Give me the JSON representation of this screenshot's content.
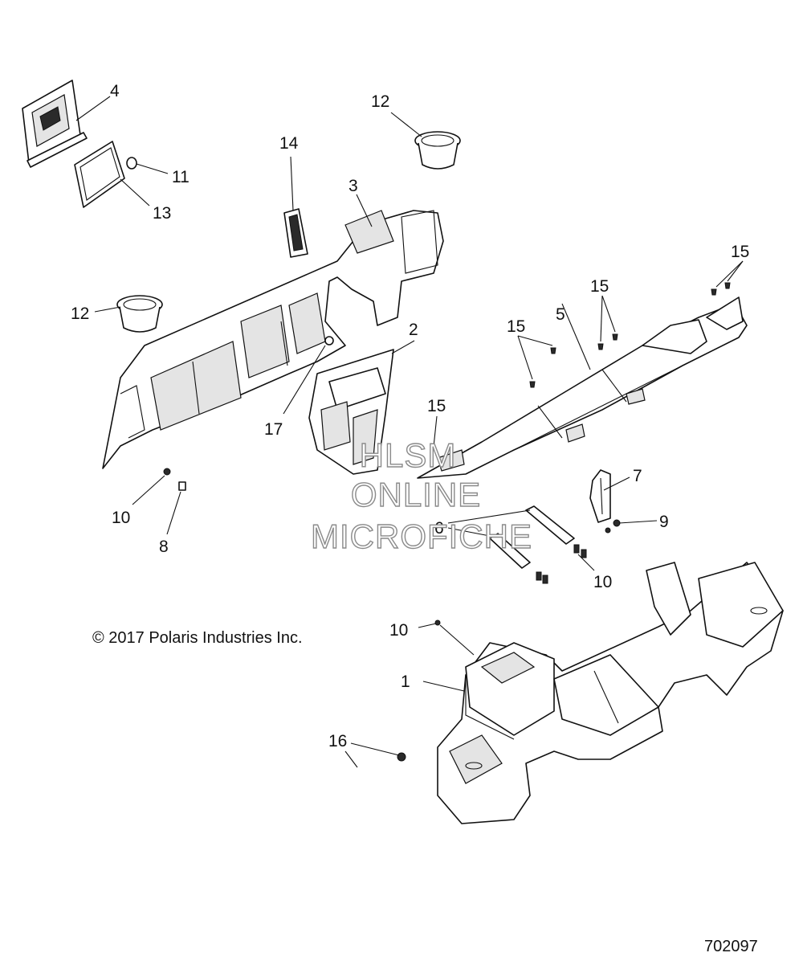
{
  "diagram": {
    "callouts": [
      "1",
      "2",
      "3",
      "4",
      "5",
      "6",
      "7",
      "8",
      "9",
      "10",
      "11",
      "12",
      "13",
      "14",
      "15",
      "16",
      "17"
    ],
    "copyright": "© 2017 Polaris Industries Inc.",
    "document_id": "702097",
    "watermark": [
      "HLSM",
      "ONLINE",
      "MICROFICHE"
    ]
  }
}
